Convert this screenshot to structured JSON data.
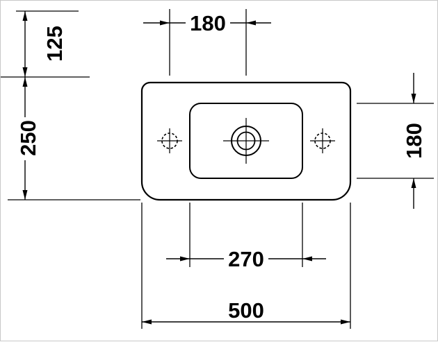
{
  "drawing": {
    "dimension_labels": {
      "top_width": "180",
      "upper_left_offset": "125",
      "left_depth": "250",
      "right_inner_depth": "180",
      "inner_width": "270",
      "overall_width": "500"
    }
  }
}
